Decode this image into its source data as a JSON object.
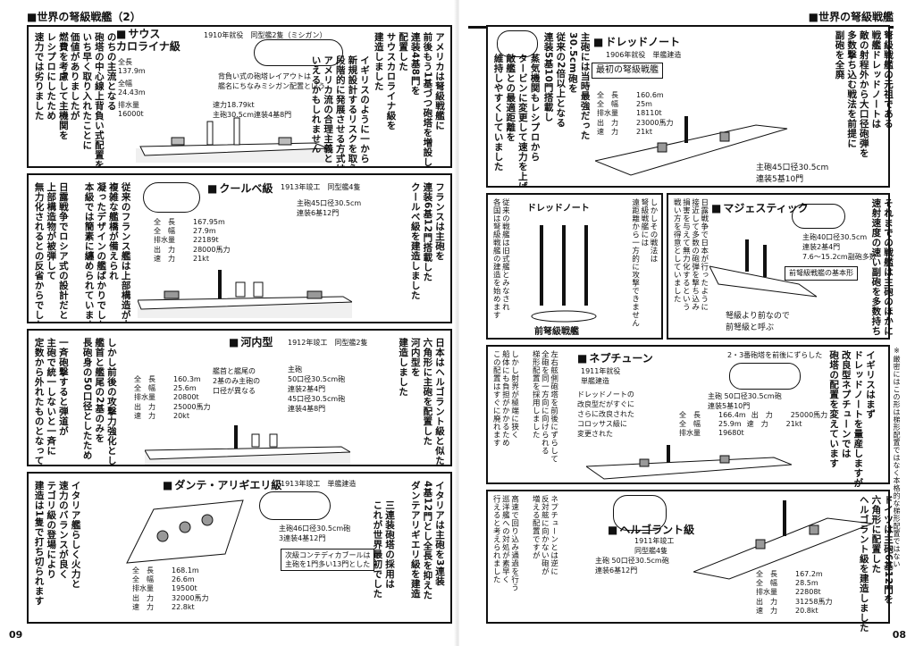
{
  "left_page": {
    "header": "■世界の弩級戦艦（2）",
    "page_number": "09",
    "p1": {
      "name": "サウス\nカロライナ級",
      "meta": "1910年就役　同型艦2隻（ミシガン）",
      "specs": [
        "全長\n137.9m",
        "全幅\n24.43m",
        "排水量\n16000t"
      ],
      "note": "背負い式の砲塔レイアウトは\n艦名にちなみミシガン配置という",
      "speed": "速力18.79kt\n主砲30.5cm連装4基8門",
      "text1": "アメリカは弩級戦艦に\n前後もう1基づつ砲塔を増設して\n連装4基8門を\n配置した\nサウスカロライナ級を\n建造しました",
      "text2": "イギリスのように一から\n新規設計するリスクを取らず\n段階的に発展させる方式は\nアメリカ流の合理主義と\nいえるかもしれません",
      "text3": "のちの主流となる\n砲塔の中心線上背負い式配置を\nいち早く取り入れたことに\n価値がありましたが",
      "text4": "燃費を考慮して主機関を\nレシプロにしたため\n速力では劣りました"
    },
    "p2": {
      "name": "クールベ級",
      "meta": "1913年竣工　同型艦4隻",
      "armament": "主砲45口径30.5cm\n連装6基12門",
      "specs": [
        [
          "全　長",
          "167.95m"
        ],
        [
          "全　幅",
          "27.9m"
        ],
        [
          "排水量",
          "22189t"
        ],
        [
          "出　力",
          "28000馬力"
        ],
        [
          "速　力",
          "21kt"
        ]
      ],
      "text1": "フランスは主砲を\n連装6基12門搭載した\nクールベ級を建造しました",
      "text2": "従来のフランス艦は上部構造が大きく\n複雑な艦橋が備えられ\n凝ったデザインの艦ばかりでしたが\n本級では簡素に纏められています",
      "text3": "日露戦争でロシア式の設計だと\n上部構造物が被弾して\n無力化されるとの反省からでした"
    },
    "p3": {
      "name": "河内型",
      "meta": "1912年竣工　同型艦2隻",
      "note": "艦首と艦尾の\n2基のみ主砲の\n口径が異なる",
      "armament": "主砲\n50口径30.5cm砲\n連装2基4門\n45口径30.5cm砲\n連装4基8門",
      "specs": [
        [
          "全　長",
          "160.3m"
        ],
        [
          "全　幅",
          "25.6m"
        ],
        [
          "排水量",
          "20800t"
        ],
        [
          "出　力",
          "25000馬力"
        ],
        [
          "速　力",
          "20kt"
        ]
      ],
      "text1": "日本はヘルゴラント級と似た\n六角形に主砲を配置した\n河内型を\n建造しました",
      "text2": "しかし前後の攻撃力強化として\n艦首と艦尾の2基のみを\n長砲身の50口径としたため",
      "text3": "一斉砲撃すると弾道が\n主砲で統一しないと一斉に\n定数から外れたものとなってしまいました"
    },
    "p4": {
      "name": "ダンテ・アリギエリ級",
      "meta": "1913年竣工　単艦建造",
      "armament": "主砲46口径30.5cm砲\n3連装4基12門",
      "note": "次級コンテディカブールは\n主砲を1門多い13門とした",
      "specs": [
        [
          "全　長",
          "168.1m"
        ],
        [
          "全　幅",
          "26.6m"
        ],
        [
          "排水量",
          "19500t"
        ],
        [
          "出　力",
          "32000馬力"
        ],
        [
          "速　力",
          "22.8kt"
        ]
      ],
      "text1": "イタリアは主砲を3連装\n4基12門とし全長を抑えた\nダンテアリギエリ級を建造",
      "text2": "三連装砲塔の採用は\nこれが世界最初でした",
      "text3": "イタリア艦らしく火力と\n速力のバランスが良く\nテゴリ級の登場により\n建造は1隻で打ち切られます"
    }
  },
  "right_page": {
    "header": "■世界の弩級戦艦",
    "page_number": "08",
    "p1": {
      "name": "ドレッドノート",
      "meta": "1906年就役　単艦建造",
      "caption": "最初の弩級戦艦",
      "specs": [
        [
          "全　長",
          "160.6m"
        ],
        [
          "全　幅",
          "25m"
        ],
        [
          "排水量",
          "18110t"
        ],
        [
          "出　力",
          "23000馬力"
        ],
        [
          "速　力",
          "21kt"
        ]
      ],
      "armament": "主砲45口径30.5cm\n連装5基10門",
      "text1": "弩級戦艦の元祖である\n戦艦ドレッドノートは\n敵の射程外から大口径砲弾を\n多数撃ち込む戦法を前提に\n副砲を全廃",
      "text2": "主砲には当時最強だった\n30.5cm砲を\n従来の2倍以上となる\n連装5基10門搭載し",
      "text3": "蒸気機関もレシプロから\nタービンに変更して速力を上げ\n敵艦との最適距離を\n維持しやすくしていました"
    },
    "p2": {
      "label_top": "ドレッドノート",
      "label_bottom": "前弩級戦艦",
      "text1": "従来の戦艦は旧式艦とみなされ\n各国は弩級戦艦の建造を始めます",
      "text2": "しかしその戦法は\n弩級戦艦には\n遠距離から一方的に攻撃できません",
      "text3": "日露戦争で日本が行ったように\n接近して多数の砲弾を撃ち込み\n損害を与えて無力化するという\n戦い方を得意としていました",
      "name": "マジェスティック",
      "armament": "主砲40口径30.5cm\n連装2基4門\n7.6〜15.2cm副砲多数",
      "badge": "前弩級戦艦の基本形",
      "caption": "弩級より前なので\n前弩級と呼ぶ",
      "text4": "それまでの戦艦は主砲のほかに\n速射速度の速い副砲を多数持ち"
    },
    "p3": {
      "name": "ネプチューン",
      "meta": "1911年就役\n単艦建造",
      "note_top": "2・3番砲塔を前後にずらした",
      "note_mid": "ドレッドノートの\n改良型だがすぐに\nさらに改良された\nコロッサス級に\n変更された",
      "armament": "主砲 50口径30.5cm砲\n連装5基10門",
      "specs": [
        [
          "全　長",
          "166.4m"
        ],
        [
          "全　幅",
          "25.9m"
        ],
        [
          "排水量",
          "19680t"
        ],
        [
          "出　力",
          "25000馬力"
        ],
        [
          "速　力",
          "21kt"
        ]
      ],
      "text1": "イギリスはまず\nドレッドノートを量産しますが\n改良型ネプチューンでは\n砲塔の配置を変えています",
      "text2": "左右舷側砲塔を前後にずらして\n全砲を同一方向に向けられる\n梯形配置を採用しました",
      "text3": "しかし射界が極端に狭く\n船体にも負担がかかるため\nこの配置はすぐに廃れます",
      "side_note": "※厳密にはこの形は梯形配置ではなく本格的な梯形配置ではない"
    },
    "p4": {
      "name": "ヘルゴラント級",
      "meta": "1911年竣工\n同型艦4隻",
      "armament": "主砲 50口径30.5cm砲\n連装6基12門",
      "specs": [
        [
          "全　長",
          "167.2m"
        ],
        [
          "全　幅",
          "28.5m"
        ],
        [
          "排水量",
          "22808t"
        ],
        [
          "出　力",
          "31258馬力"
        ],
        [
          "速　力",
          "20.8kt"
        ]
      ],
      "text1": "ドイツは主砲6基12門を\n六角形に配置した\nヘルゴラント級を建造しました",
      "text2": "ネプチューンとは逆に\n反対舷に向かない砲が\n増える配置ですが",
      "text3": "高速で回り込み通過を行う\n巡洋艦への対処が素早く\n行えると考えられました"
    }
  }
}
